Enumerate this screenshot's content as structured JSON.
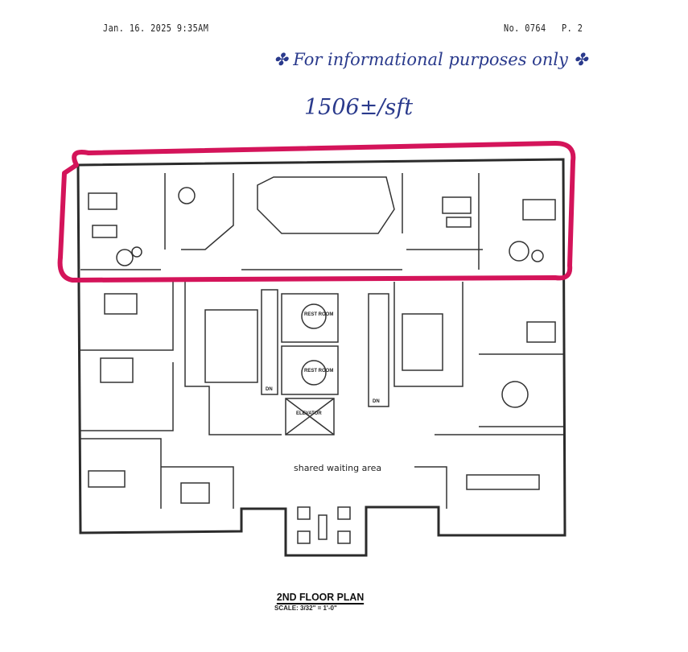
{
  "header": {
    "date_time": "Jan. 16. 2025  9:35AM",
    "fax_number": "No. 0764",
    "page": "P.  2"
  },
  "annotations": {
    "note": "For informational purposes only",
    "area": "1506±/sft",
    "highlight_color": "#d4145a",
    "ink_color": "#2a3a8c"
  },
  "plan": {
    "title": "2ND FLOOR PLAN",
    "scale": "SCALE: 3/32\" = 1'-0\"",
    "rooms": {
      "rest_room_1": "REST ROOM",
      "rest_room_2": "REST ROOM",
      "elevator": "ELEVATOR",
      "stair_left": "DN",
      "stair_right": "DN",
      "waiting": "shared waiting area"
    }
  }
}
